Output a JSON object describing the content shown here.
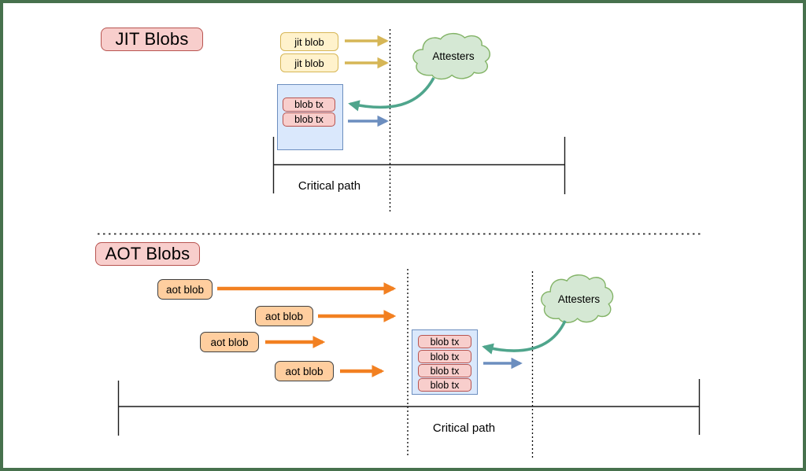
{
  "diagram": {
    "jit": {
      "title": "JIT Blobs",
      "blob_labels": [
        "jit blob",
        "jit blob"
      ],
      "tx_labels": [
        "blob tx",
        "blob tx"
      ],
      "attesters": "Attesters",
      "critical_path": "Critical path"
    },
    "aot": {
      "title": "AOT Blobs",
      "blob_labels": [
        "aot blob",
        "aot blob",
        "aot blob",
        "aot blob"
      ],
      "tx_labels": [
        "blob tx",
        "blob tx",
        "blob tx",
        "blob tx"
      ],
      "attesters": "Attesters",
      "critical_path": "Critical path"
    },
    "colors": {
      "title_pill_fill": "#f8cecc",
      "title_pill_stroke": "#b85450",
      "jit_blob_fill": "#fff2cc",
      "jit_blob_stroke": "#d6b656",
      "aot_blob_fill": "#ffce9f",
      "aot_blob_stroke": "#3f3f3f",
      "block_fill": "#dae8fc",
      "block_stroke": "#6c8ebf",
      "tx_fill": "#f8cecc",
      "tx_stroke": "#b85450",
      "cloud_fill": "#d5e8d4",
      "cloud_stroke": "#82b366",
      "arrow_yellow": "#d6b656",
      "arrow_blue": "#6c8ebf",
      "arrow_teal": "#4fa58c",
      "arrow_orange": "#f28021",
      "frame_green": "#47714d"
    }
  }
}
